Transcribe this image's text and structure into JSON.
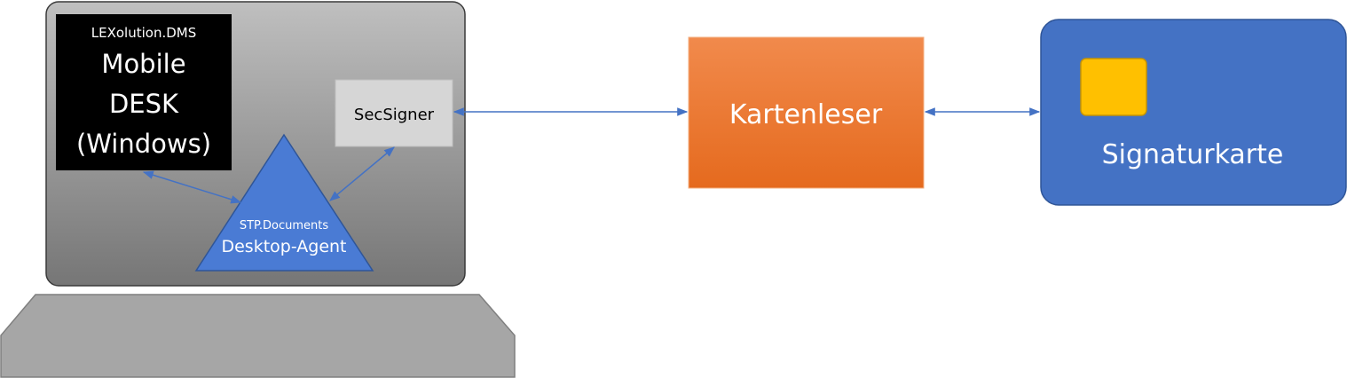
{
  "colors": {
    "laptop_screen_top": "#bfbfbf",
    "laptop_screen_bottom": "#767676",
    "laptop_border": "#3a3a3a",
    "laptop_base": "#a6a6a6",
    "laptop_base_border": "#7f7f7f",
    "mobile_desk_bg": "#000000",
    "mobile_desk_text": "#ffffff",
    "secsigner_bg": "#d6d6d6",
    "secsigner_border": "#bfbfbf",
    "secsigner_text": "#000000",
    "agent_fill": "#4a7bd4",
    "agent_border": "#2f5597",
    "agent_text": "#ffffff",
    "reader_top": "#f18a4c",
    "reader_bottom": "#e56a1e",
    "reader_text": "#ffffff",
    "card_fill": "#4472c4",
    "card_border": "#2f5597",
    "card_text": "#ffffff",
    "chip_fill": "#ffc000",
    "chip_border": "#c79400",
    "arrow_color": "#4472c4"
  },
  "laptop": {
    "mobile_desk": {
      "subtitle": "LEXolution.DMS",
      "lines": [
        "Mobile",
        "DESK",
        "(Windows)"
      ]
    },
    "secsigner": {
      "label": "SecSigner"
    },
    "desktop_agent": {
      "subtitle": "STP.Documents",
      "label": "Desktop-Agent"
    }
  },
  "card_reader": {
    "label": "Kartenleser"
  },
  "signature_card": {
    "label": "Signaturkarte",
    "chip_icon": "chip-icon"
  },
  "connections": [
    {
      "from": "mobile-desk",
      "to": "desktop-agent",
      "direction": "both"
    },
    {
      "from": "secsigner",
      "to": "desktop-agent",
      "direction": "both"
    },
    {
      "from": "secsigner",
      "to": "card-reader",
      "direction": "both"
    },
    {
      "from": "card-reader",
      "to": "signature-card",
      "direction": "both"
    }
  ]
}
